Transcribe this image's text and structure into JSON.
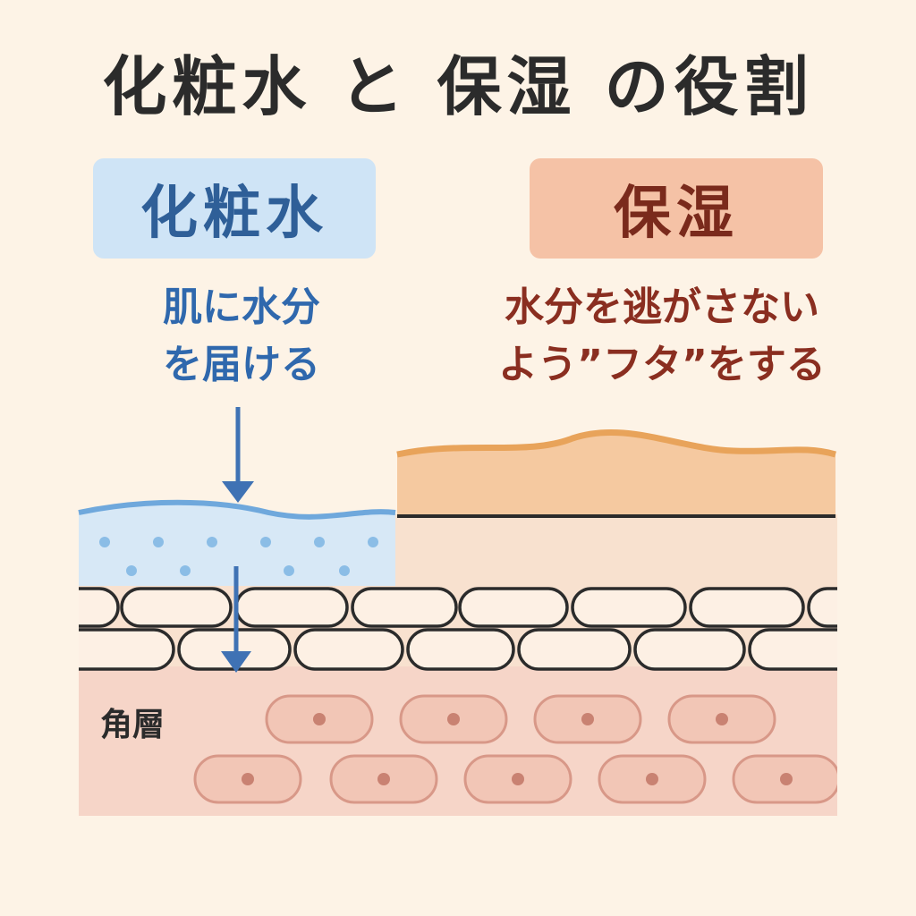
{
  "title": "化粧水 と 保湿 の役割",
  "left": {
    "label": "化粧水",
    "description_lines": [
      "肌に水分",
      "を届ける"
    ]
  },
  "right": {
    "label": "保湿",
    "description_lines": [
      "水分を逃がさない",
      "よう”フタ”をする"
    ]
  },
  "layer_label": "角層",
  "colors": {
    "background": "#fdf3e6",
    "water_blue": "#5b8fcf",
    "moisture_orange": "#e8a35a",
    "title_text": "#2b2b2b",
    "left_text": "#2f68ad",
    "right_text": "#8a2e20"
  },
  "icons": [
    "down-arrow-icon"
  ]
}
